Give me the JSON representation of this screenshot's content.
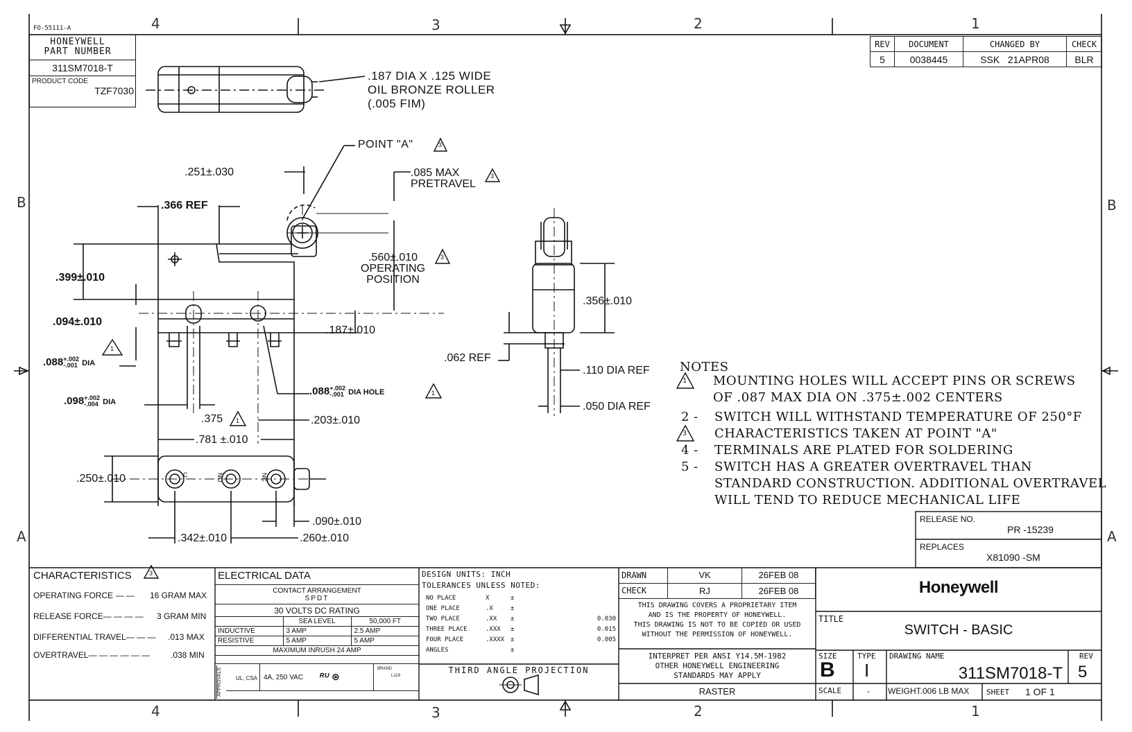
{
  "form_no": "FO-55111-A",
  "zones": {
    "top": [
      "4",
      "3",
      "2",
      "1"
    ],
    "bottom": [
      "4",
      "3",
      "2",
      "1"
    ],
    "left": [
      "B",
      "A"
    ],
    "right": [
      "B",
      "A"
    ]
  },
  "part_block": {
    "header": "HONEYWELL PART NUMBER",
    "part_number": "311SM7018-T",
    "product_code_label": "PRODUCT CODE",
    "product_code": "TZF7030"
  },
  "revision": {
    "headers": [
      "REV",
      "DOCUMENT",
      "CHANGED BY",
      "CHECK"
    ],
    "rev": "5",
    "document": "0038445",
    "changed_by": "SSK",
    "date": "21APR08",
    "check": "BLR"
  },
  "dimensions": {
    "roller": [
      ".187 DIA X .125 WIDE",
      "OIL BRONZE ROLLER",
      "(.005 FIM)"
    ],
    "point_a": "POINT \"A\"",
    "d251": ".251±.030",
    "pretravel": [
      ".085 MAX",
      "PRETRAVEL"
    ],
    "d366": ".366 REF",
    "operating": [
      ".560±.010",
      "OPERATING",
      "POSITION"
    ],
    "d399": ".399±.010",
    "d094": ".094±.010",
    "d187": ".187±.010",
    "d088a": ".088",
    "tol088": [
      "+.002",
      "-.001"
    ],
    "dia": "DIA",
    "d088b": ".088",
    "dia_hole": "DIA HOLE",
    "d098": ".098",
    "tol098": [
      "+.002",
      "-.004"
    ],
    "d375": ".375",
    "d203": ".203±.010",
    "d781": ".781 ±.010",
    "d250": ".250±.010",
    "d090": ".090±.010",
    "d342": ".342±.010",
    "d260": ".260±.010",
    "d356": ".356±.010",
    "d062": ".062 REF",
    "d110": ".110 DIA REF",
    "d050": ".050 DIA REF",
    "marker_1": "1",
    "marker_3": "3",
    "term_c": "C",
    "term_no": "NO",
    "term_nc": "NC"
  },
  "notes": {
    "title": "NOTES",
    "items": [
      {
        "num": "1",
        "lines": [
          "MOUNTING HOLES WILL ACCEPT PINS OR SCREWS",
          "OF .087 MAX DIA ON .375±.002 CENTERS"
        ]
      },
      {
        "num": "2 -",
        "lines": [
          "SWITCH WILL WITHSTAND TEMPERATURE OF 250°F"
        ]
      },
      {
        "num": "3",
        "lines": [
          "CHARACTERISTICS TAKEN AT POINT \"A\""
        ]
      },
      {
        "num": "4 -",
        "lines": [
          "TERMINALS ARE PLATED FOR SOLDERING"
        ]
      },
      {
        "num": "5 -",
        "lines": [
          "SWITCH HAS A GREATER OVERTRAVEL THAN",
          "STANDARD CONSTRUCTION.  ADDITIONAL OVERTRAVEL",
          "WILL TEND TO REDUCE MECHANICAL LIFE"
        ]
      }
    ]
  },
  "release": {
    "release_label": "RELEASE NO.",
    "release_no": "PR -15239",
    "replaces_label": "REPLACES",
    "replaces": "X81090 -SM"
  },
  "characteristics": {
    "title": "CHARACTERISTICS",
    "rows": [
      {
        "label": "OPERATING FORCE — —",
        "value": "16 GRAM MAX"
      },
      {
        "label": "RELEASE FORCE— — — —",
        "value": "3 GRAM MIN"
      },
      {
        "label": "DIFFERENTIAL TRAVEL— — —",
        "value": ".013 MAX"
      },
      {
        "label": "OVERTRAVEL— — — — — —",
        "value": ".038 MIN"
      }
    ]
  },
  "electrical": {
    "title": "ELECTRICAL DATA",
    "contact_arr": "CONTACT ARRANGEMENT",
    "spdt": "SPDT",
    "rating": "30 VOLTS DC RATING",
    "sea_level": "SEA LEVEL",
    "ft50000": "50,000 FT",
    "inductive": "INDUCTIVE",
    "ind_sea": "3 AMP",
    "ind_ft": "2.5 AMP",
    "resistive": "RESISTIVE",
    "res_sea": "5 AMP",
    "res_ft": "5 AMP",
    "inrush": "MAXIMUM INRUSH   24 AMP",
    "approvals": "APPROVALS",
    "ul_csa": "UL, CSA",
    "vac": "4A, 250 VAC",
    "brand": "BRAND",
    "brand_code": "L119"
  },
  "design": {
    "units": "DESIGN UNITS:  INCH",
    "tol_title": "TOLERANCES UNLESS NOTED:",
    "rows": [
      {
        "place": "NO PLACE",
        "fmt": "X",
        "pm": "±",
        "val": ""
      },
      {
        "place": "ONE PLACE",
        "fmt": ".X",
        "pm": "±",
        "val": ""
      },
      {
        "place": "TWO PLACE",
        "fmt": ".XX",
        "pm": "±",
        "val": "0.030"
      },
      {
        "place": "THREE PLACE",
        "fmt": ".XXX",
        "pm": "±",
        "val": "0.015"
      },
      {
        "place": "FOUR PLACE",
        "fmt": ".XXXX",
        "pm": "±",
        "val": "0.005"
      },
      {
        "place": "ANGLES",
        "fmt": "",
        "pm": "±",
        "val": ""
      }
    ],
    "projection": "THIRD ANGLE PROJECTION"
  },
  "approvals_block": {
    "drawn_label": "DRAWN",
    "drawn_by": "VK",
    "drawn_date": "26FEB 08",
    "check_label": "CHECK",
    "check_by": "RJ",
    "check_date": "26FEB 08",
    "proprietary": [
      "THIS DRAWING COVERS A PROPRIETARY ITEM",
      "AND IS THE PROPERTY OF HONEYWELL.",
      "THIS DRAWING IS NOT TO BE COPIED OR USED",
      "WITHOUT THE PERMISSION OF HONEYWELL."
    ],
    "interpret": [
      "INTERPRET PER ANSI Y14.5M-1982",
      "OTHER HONEYWELL ENGINEERING",
      "STANDARDS MAY APPLY"
    ],
    "raster": "RASTER"
  },
  "title_block": {
    "company": "Honeywell",
    "title_label": "TITLE",
    "title": "SWITCH - BASIC",
    "size_label": "SIZE",
    "size": "B",
    "type_label": "TYPE",
    "type": "I",
    "dwg_label": "DRAWING NAME",
    "dwg_name": "311SM7018-T",
    "rev_label": "REV",
    "rev": "5",
    "scale_label": "SCALE",
    "scale": "-",
    "weight": "WEIGHT.006 LB MAX",
    "sheet_label": "SHEET",
    "sheet": "1 OF 1"
  }
}
